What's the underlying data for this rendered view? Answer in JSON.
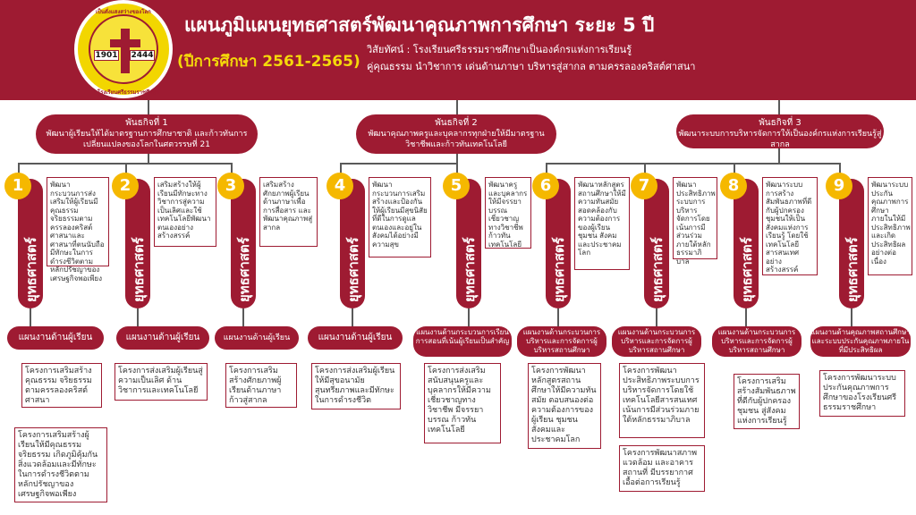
{
  "header": {
    "title": "แผนภูมิแผนยุทธศาสตร์พัฒนาคุณภาพการศึกษา ระยะ 5 ปี",
    "vision": "วิสัยทัศน์ : โรงเรียนศรีธรรมราชศึกษาเป็นองค์กรแห่งการเรียนรู้",
    "motto": "คู่คุณธรรม นำวิชาการ  เด่นด้านภาษา บริหารสู่สากล ตามครรลองคริสต์ศาสนา",
    "years": "(ปีการศึกษา 2561-2565)",
    "logo": {
      "year_left": "1901",
      "year_right": "2444",
      "ring_top": "เป็นดั่งแสงสว่างของโลก",
      "ring_bottom": "โรงเรียนศรีธรรมราชศึกษา"
    }
  },
  "missions": [
    {
      "title": "พันธกิจที่ 1",
      "text": "พัฒนาผู้เรียนให้ได้มาตรฐานการศึกษาชาติ และก้าวทันการเปลี่ยนแปลงของโลกในศตวรรษที่ 21"
    },
    {
      "title": "พันธกิจที่ 2",
      "text": "พัฒนาคุณภาพครูและบุคลากรทุกฝ่ายให้มีมาตรฐานวิชาชีพและก้าวทันเทคโนโลยี"
    },
    {
      "title": "พันธกิจที่ 3",
      "text": "พัฒนาระบบการบริหารจัดการให้เป็นองค์กรแห่งการเรียนรู้สู่สากล"
    }
  ],
  "strategy_label": "ยุทธศาสตร์",
  "strategies": [
    {
      "num": "1",
      "text": "พัฒนากระบวนการส่งเสริมให้ผู้เรียนมีคุณธรรมจริยธรรมตามครรลองคริสต์ศาสนาและศาสนาที่ตนนับถือมีทักษะในการดำรงชีวิตตามหลักปรัชญาของเศรษฐกิจพอเพียง"
    },
    {
      "num": "2",
      "text": "เสริมสร้างให้ผู้เรียนมีทักษะทางวิชาการสู่ความเป็นเลิศและใช้เทคโนโลยีพัฒนาตนเองอย่างสร้างสรรค์"
    },
    {
      "num": "3",
      "text": "เสริมสร้างศักยภาพผู้เรียนด้านภาษาเพื่อการสื่อสาร และพัฒนาคุณภาพสู่สากล"
    },
    {
      "num": "4",
      "text": "พัฒนากระบวนการเสริมสร้างและป้องกันให้ผู้เรียนมีสุขนิสัยที่ดีในการดูแลตนเองและอยู่ในสังคมได้อย่างมีความสุข"
    },
    {
      "num": "5",
      "text": "พัฒนาครูและบุคลากรให้มีจรรยาบรรณเชี่ยวชาญทางวิชาชีพก้าวทันเทคโนโลยี"
    },
    {
      "num": "6",
      "text": "พัฒนาหลักสูตรสถานศึกษาให้มีความทันสมัยสอดคล้องกับความต้องการของผู้เรียน ชุมชน สังคมและประชาคมโลก"
    },
    {
      "num": "7",
      "text": "พัฒนาประสิทธิภาพระบบการบริหารจัดการโดยเน้นการมีส่วนร่วมภายใต้หลักธรรมาภิบาล"
    },
    {
      "num": "8",
      "text": "พัฒนาระบบการสร้างสัมพันธภาพที่ดีกับผู้ปกครอง ชุมชนให้เป็นสังคมแห่งการเรียนรู้ โดยใช้เทคโนโลยีสารสนเทศอย่างสร้างสรรค์"
    },
    {
      "num": "9",
      "text": "พัฒนาระบบประกันคุณภาพการศึกษาภายในให้มีประสิทธิภาพและเกิดประสิทธิผลอย่างต่อเนื่อง"
    }
  ],
  "plans": [
    "แผนงานด้านผู้เรียน",
    "แผนงานด้านผู้เรียน",
    "แผนงานด้านผู้เรียน",
    "แผนงานด้านผู้เรียน",
    "แผนงานด้านกระบวนการเรียนการสอนที่เน้นผู้เรียนเป็นสำคัญ",
    "แผนงานด้านกระบวนการบริหารและการจัดการผู้บริหารสถานศึกษา",
    "แผนงานด้านกระบวนการบริหารและการจัดการผู้บริหารสถานศึกษา",
    "แผนงานด้านกระบวนการบริหารและการจัดการผู้บริหารสถานศึกษา",
    "แผนงานด้านคุณภาพสถานศึกษาและระบบประกันคุณภาพภายในที่มีประสิทธิผล"
  ],
  "projects": [
    "โครงการเสริมสร้างคุณธรรม จริยธรรมตามครรลองคริสต์ศาสนา",
    "โครงการเสริมสร้างผู้เรียนให้มีคุณธรรม จริยธรรม เกิดภูมิคุ้มกันสิ่งแวดล้อมและมีทักษะในการดำรงชีวิตตามหลักปรัชญาของเศรษฐกิจพอเพียง",
    "โครงการส่งเสริมผู้เรียนสู่ความเป็นเลิศ ด้านวิชาการและเทคโนโลยี",
    "โครงการเสริมสร้างศักยภาพผู้เรียนด้านภาษาก้าวสู่สากล",
    "โครงการส่งเสริมผู้เรียนให้มีสุขอนามัยสุนทรียภาพและมีทักษะในการดำรงชีวิต",
    "โครงการส่งเสริมสนับสนุนครูและบุคลากรให้มีความเชี่ยวชาญทางวิชาชีพ มีจรรยาบรรณ ก้าวทันเทคโนโลยี",
    "โครงการพัฒนาหลักสูตรสถานศึกษาให้มีความทันสมัย ตอบสนองต่อความต้องการของผู้เรียน ชุมชน สังคมและประชาคมโลก",
    "โครงการพัฒนาประสิทธิภาพระบบการบริหารจัดการโดยใช้เทคโนโลยีสารสนเทศเน้นการมีส่วนร่วมภายใต้หลักธรรมาภิบาล",
    "โครงการพัฒนาสภาพแวดล้อม และอาคารสถานที่ มีบรรยากาศเอื้อต่อการเรียนรู้",
    "โครงการเสริมสร้างสัมพันธภาพที่ดีกับผู้ปกครอง ชุมชน สู่สังคมแห่งการเรียนรู้",
    "โครงการพัฒนาระบบประกันคุณภาพการศึกษาของโรงเรียนศรีธรรมราชศึกษา"
  ],
  "colors": {
    "primary": "#9e1b32",
    "accent": "#f5b800",
    "title_yellow": "#f5d90a"
  }
}
